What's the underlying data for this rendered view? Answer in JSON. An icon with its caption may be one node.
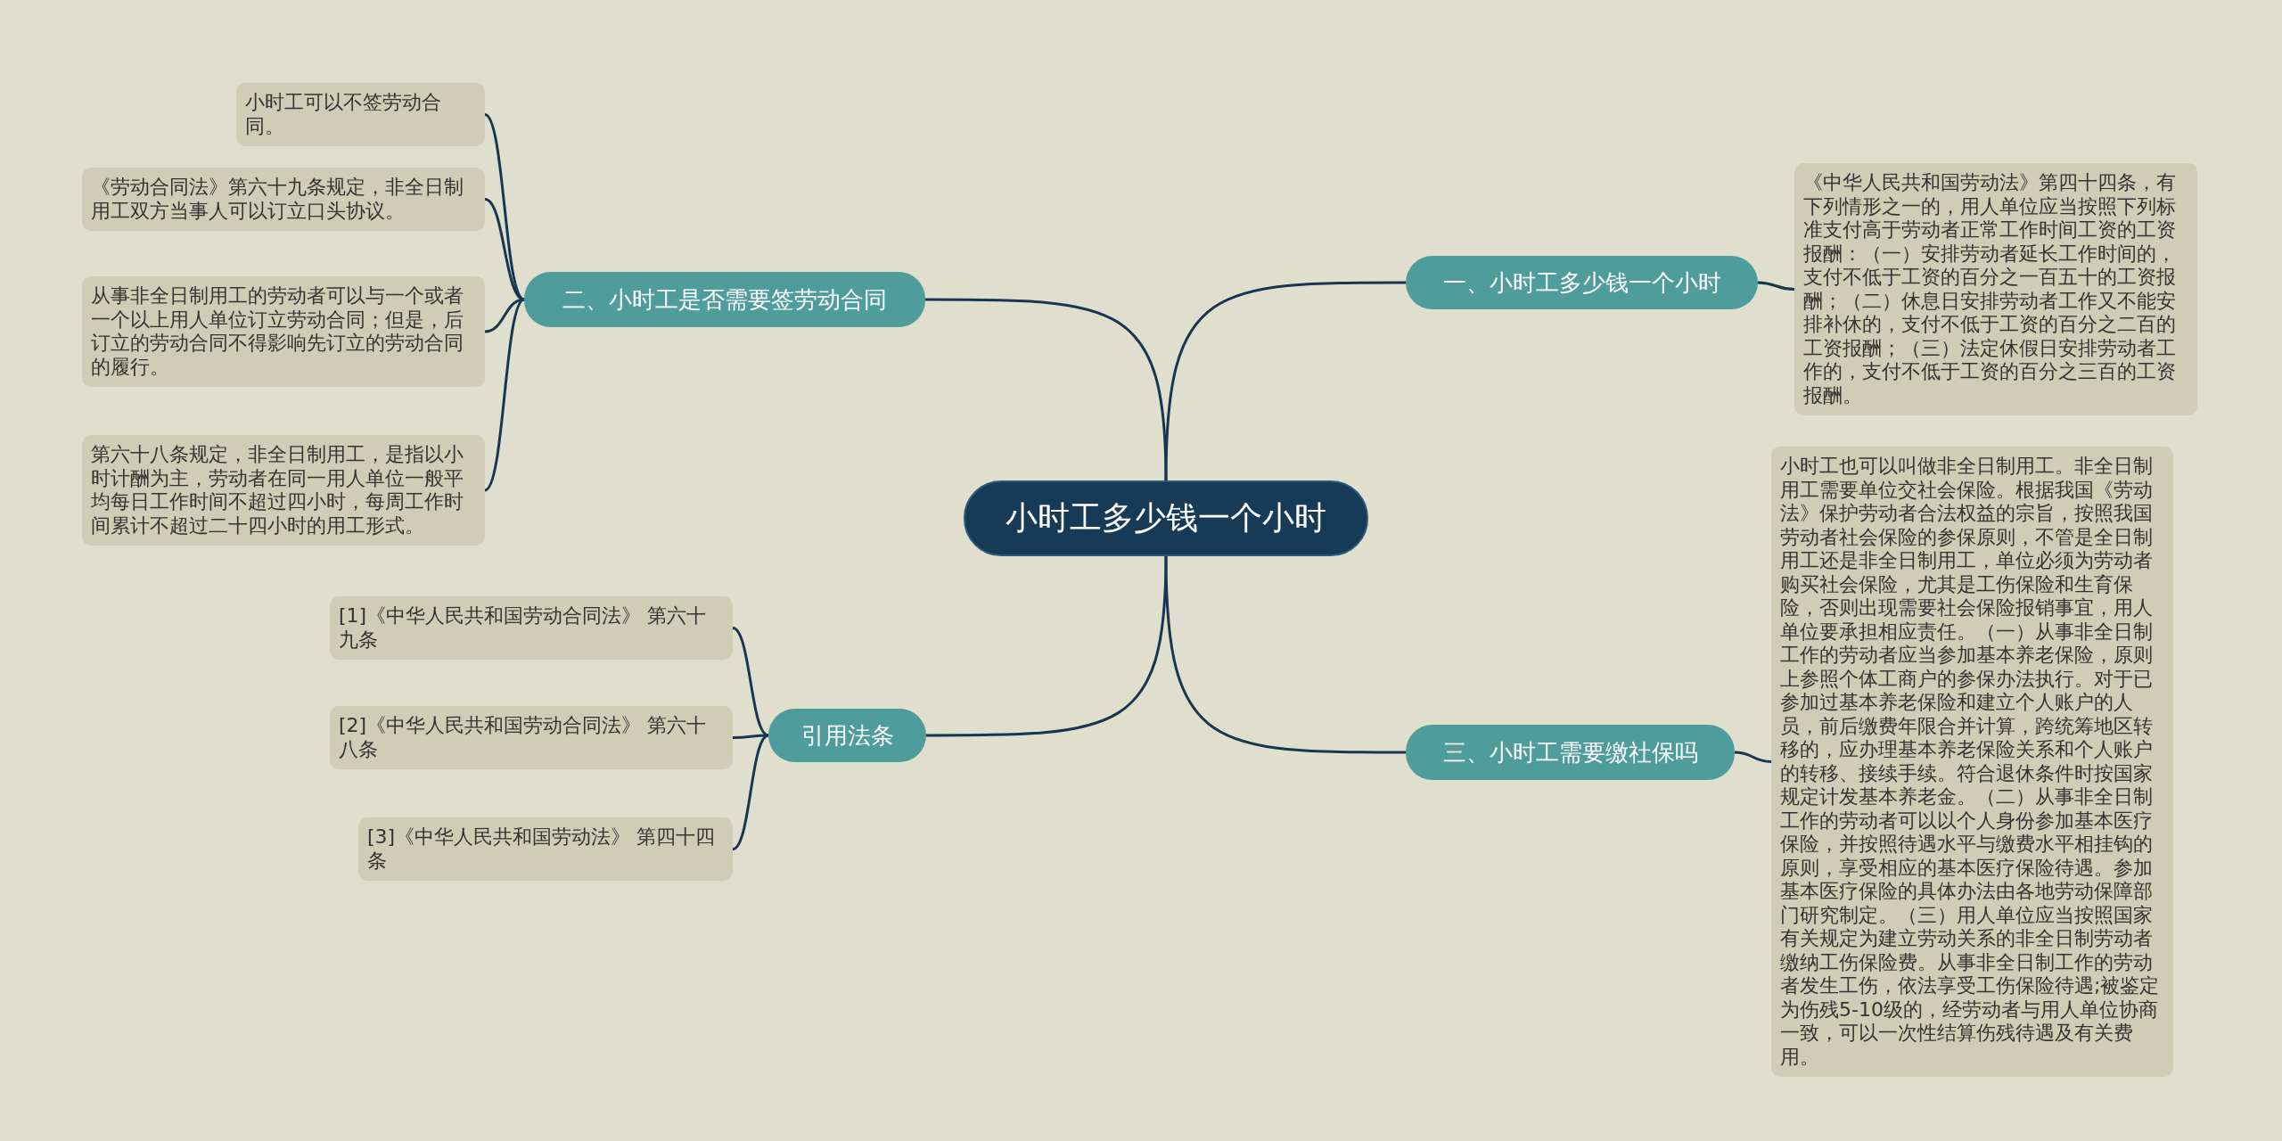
{
  "diagram": {
    "nodes": [
      {
        "text": [
          "小时工多少钱一个小时"
        ]
      },
      {
        "text": [
          "一、小时工多少钱一个小时"
        ]
      },
      {
        "text": [
          "《中华人民共和国劳动法》第四十四条，有下列情形之一的，用人单位应当按照下列标准支付高于劳动者正常工作时间工资的工资报酬：（一）安排劳动者延长工作时间的，支付不低于工资的百分之一百五十的工资报酬；（二）休息日安排劳动者工作又不能安排补休的，支付不低于工资的百分之二百的工资报酬；（三）法定休假日安排劳动者工作的，支付不低于工资的百分之三百的工资报酬。"
        ]
      },
      {
        "text": [
          "三、小时工需要缴社保吗"
        ]
      },
      {
        "text": [
          "小时工也可以叫做非全日制用工。非全日制用工需要单位交社会保险。根据我国《劳动法》保护劳动者合法权益的宗旨，按照我国劳动者社会保险的参保原则，不管是全日制用工还是非全日制用工，单位必须为劳动者购买社会保险，尤其是工伤保险和生育保险，否则出现需要社会保险报销事宜，用人单位要承担相应责任。（一）从事非全日制工作的劳动者应当参加基本养老保险，原则上参照个体工商户的参保办法执行。对于已参加过基本养老保险和建立个人账户的人员，前后缴费年限合并计算，跨统筹地区转移的，应办理基本养老保险关系和个人账户的转移、接续手续。符合退休条件时按国家规定计发基本养老金。（二）从事非全日制工作的劳动者可以以个人身份参加基本医疗保险，并按照待遇水平与缴费水平相挂钩的原则，享受相应的基本医疗保险待遇。参加基本医疗保险的具体办法由各地劳动保障部门研究制定。（三）用人单位应当按照国家有关规定为建立劳动关系的非全日制劳动者缴纳工伤保险费。从事非全日制工作的劳动者发生工伤，依法享受工伤保险待遇;被鉴定为伤残5-10级的，经劳动者与用人单位协商一致，可以一次性结算伤残待遇及有关费用。"
        ]
      },
      {
        "text": [
          "二、小时工是否需要签劳动合同"
        ]
      },
      {
        "text": [
          "小时工可以不签劳动合同。"
        ]
      },
      {
        "text": [
          "《劳动合同法》第六十九条规定，非全日制用工双方当事人可以订立口头协议。"
        ]
      },
      {
        "text": [
          "从事非全日制用工的劳动者可以与一个或者一个以上用人单位订立劳动合同；但是，后订立的劳动合同不得影响先订立的劳动合同的履行。"
        ]
      },
      {
        "text": [
          "第六十八条规定，非全日制用工，是指以小时计酬为主，劳动者在同一用人单位一般平均每日工作时间不超过四小时，每周工作时间累计不超过二十四小时的用工形式。"
        ]
      },
      {
        "text": [
          "引用法条"
        ]
      },
      {
        "text": [
          "[1]《中华人民共和国劳动合同法》 第六十九条"
        ]
      },
      {
        "text": [
          "[2]《中华人民共和国劳动合同法》 第六十八条"
        ]
      },
      {
        "text": [
          "[3]《中华人民共和国劳动法》 第四十四条"
        ]
      }
    ],
    "edges": [
      {
        "from": 0,
        "to": 1,
        "arrow": "none"
      },
      {
        "from": 1,
        "to": 2,
        "arrow": "none"
      },
      {
        "from": 0,
        "to": 3,
        "arrow": "none"
      },
      {
        "from": 3,
        "to": 4,
        "arrow": "none"
      },
      {
        "from": 0,
        "to": 5,
        "arrow": "none"
      },
      {
        "from": 5,
        "to": 6,
        "arrow": "none"
      },
      {
        "from": 5,
        "to": 7,
        "arrow": "none"
      },
      {
        "from": 5,
        "to": 8,
        "arrow": "none"
      },
      {
        "from": 5,
        "to": 9,
        "arrow": "none"
      },
      {
        "from": 0,
        "to": 10,
        "arrow": "none"
      },
      {
        "from": 10,
        "to": 11,
        "arrow": "none"
      },
      {
        "from": 10,
        "to": 12,
        "arrow": "none"
      },
      {
        "from": 10,
        "to": 13,
        "arrow": "none"
      }
    ]
  }
}
